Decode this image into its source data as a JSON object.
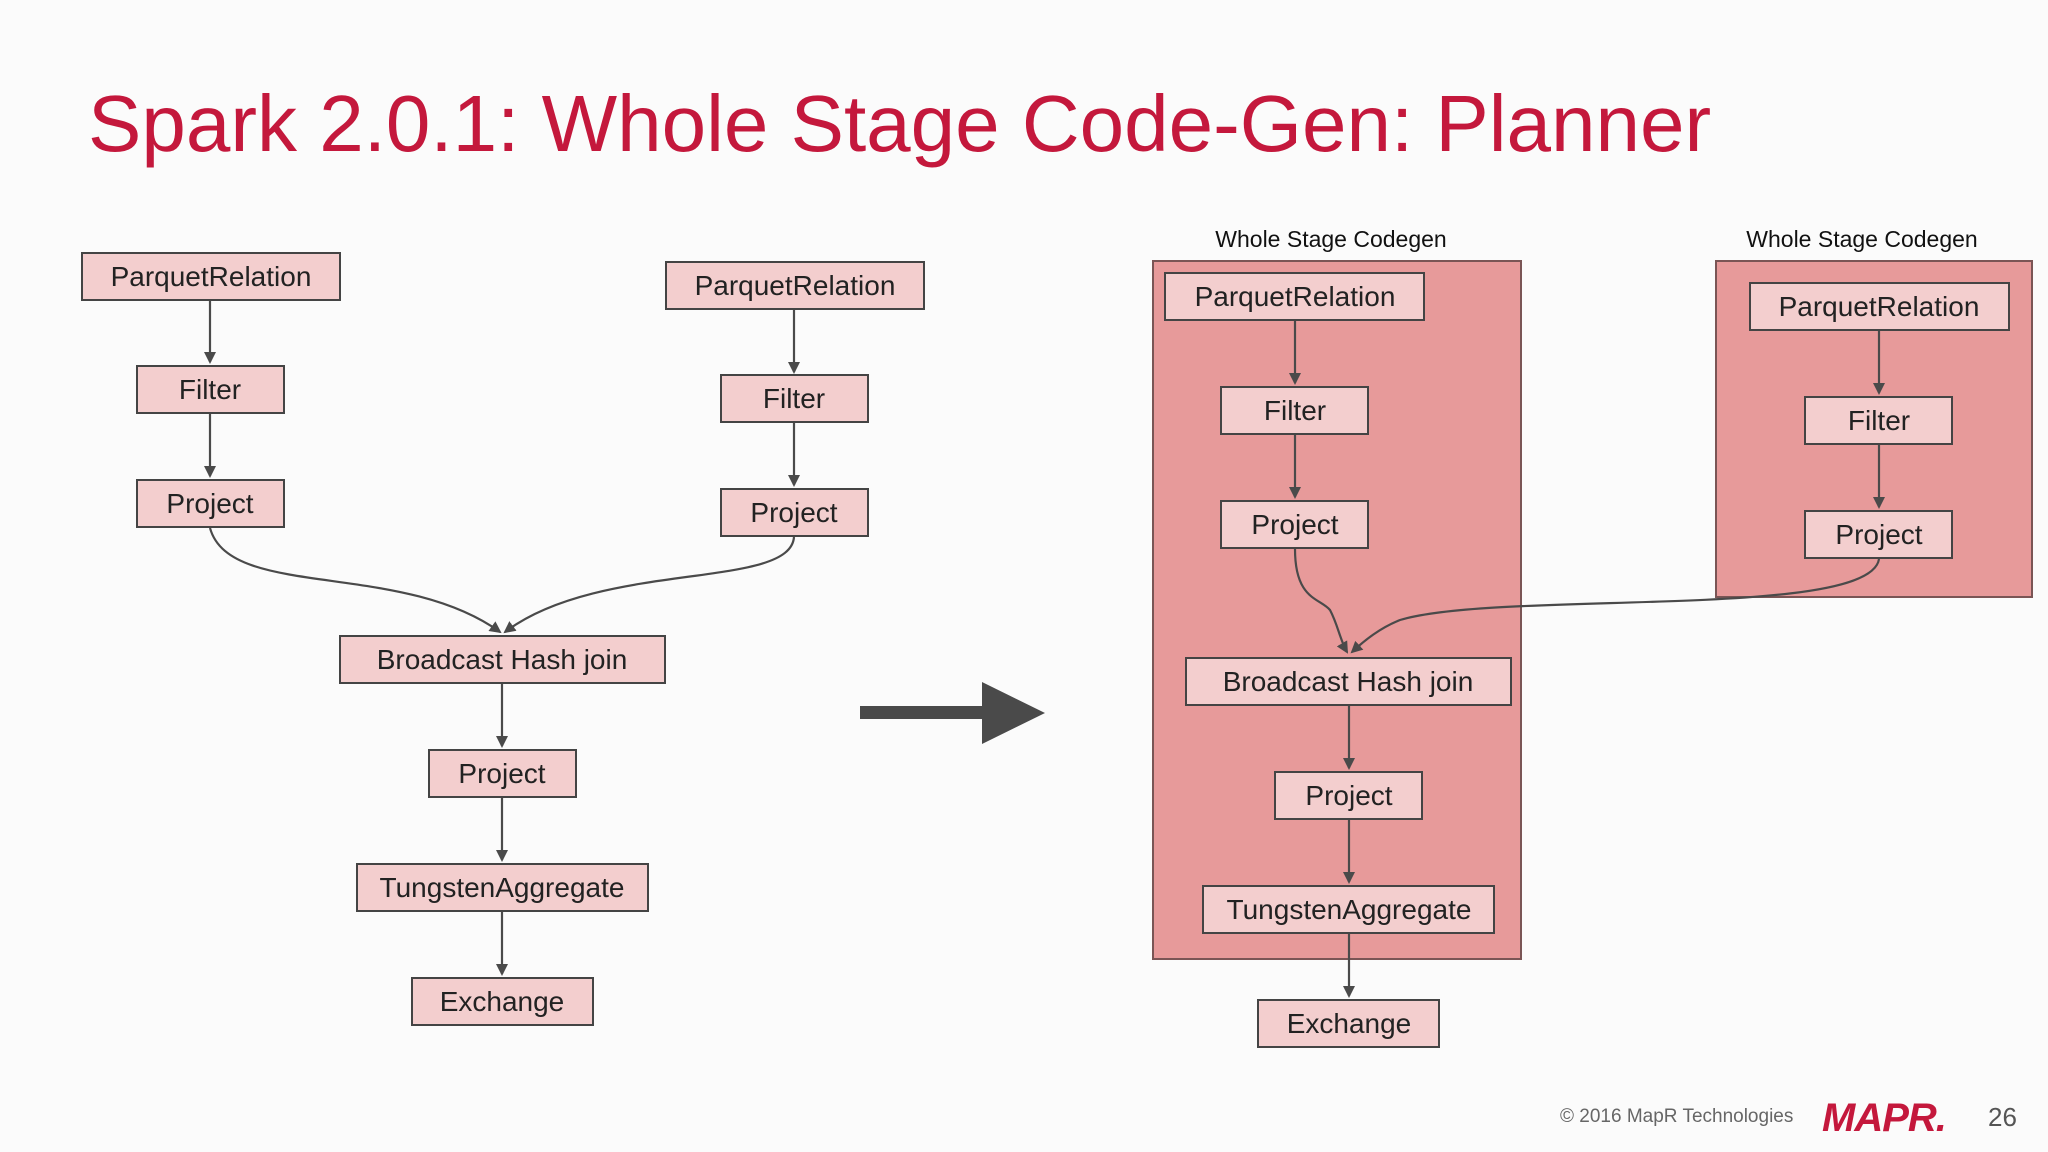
{
  "title": "Spark 2.0.1: Whole Stage Code-Gen: Planner",
  "left_plan": {
    "parquet_left": "ParquetRelation",
    "filter_left": "Filter",
    "project_left": "Project",
    "parquet_right": "ParquetRelation",
    "filter_right": "Filter",
    "project_right": "Project",
    "join": "Broadcast Hash join",
    "project_after": "Project",
    "aggregate": "TungstenAggregate",
    "exchange": "Exchange"
  },
  "right_plan": {
    "stage1_label": "Whole Stage Codegen",
    "stage2_label": "Whole Stage Codegen",
    "parquet_left": "ParquetRelation",
    "filter_left": "Filter",
    "project_left": "Project",
    "join": "Broadcast Hash join",
    "project_after": "Project",
    "aggregate": "TungstenAggregate",
    "exchange": "Exchange",
    "parquet_right": "ParquetRelation",
    "filter_right": "Filter",
    "project_right": "Project"
  },
  "footer": {
    "copyright": "© 2016 MapR Technologies",
    "logo": "MAPR.",
    "page_number": "26"
  },
  "colors": {
    "title": "#c4183c",
    "node_fill": "#f3cece",
    "stage_fill": "#e79a9a",
    "arrow": "#4a4a4a"
  }
}
